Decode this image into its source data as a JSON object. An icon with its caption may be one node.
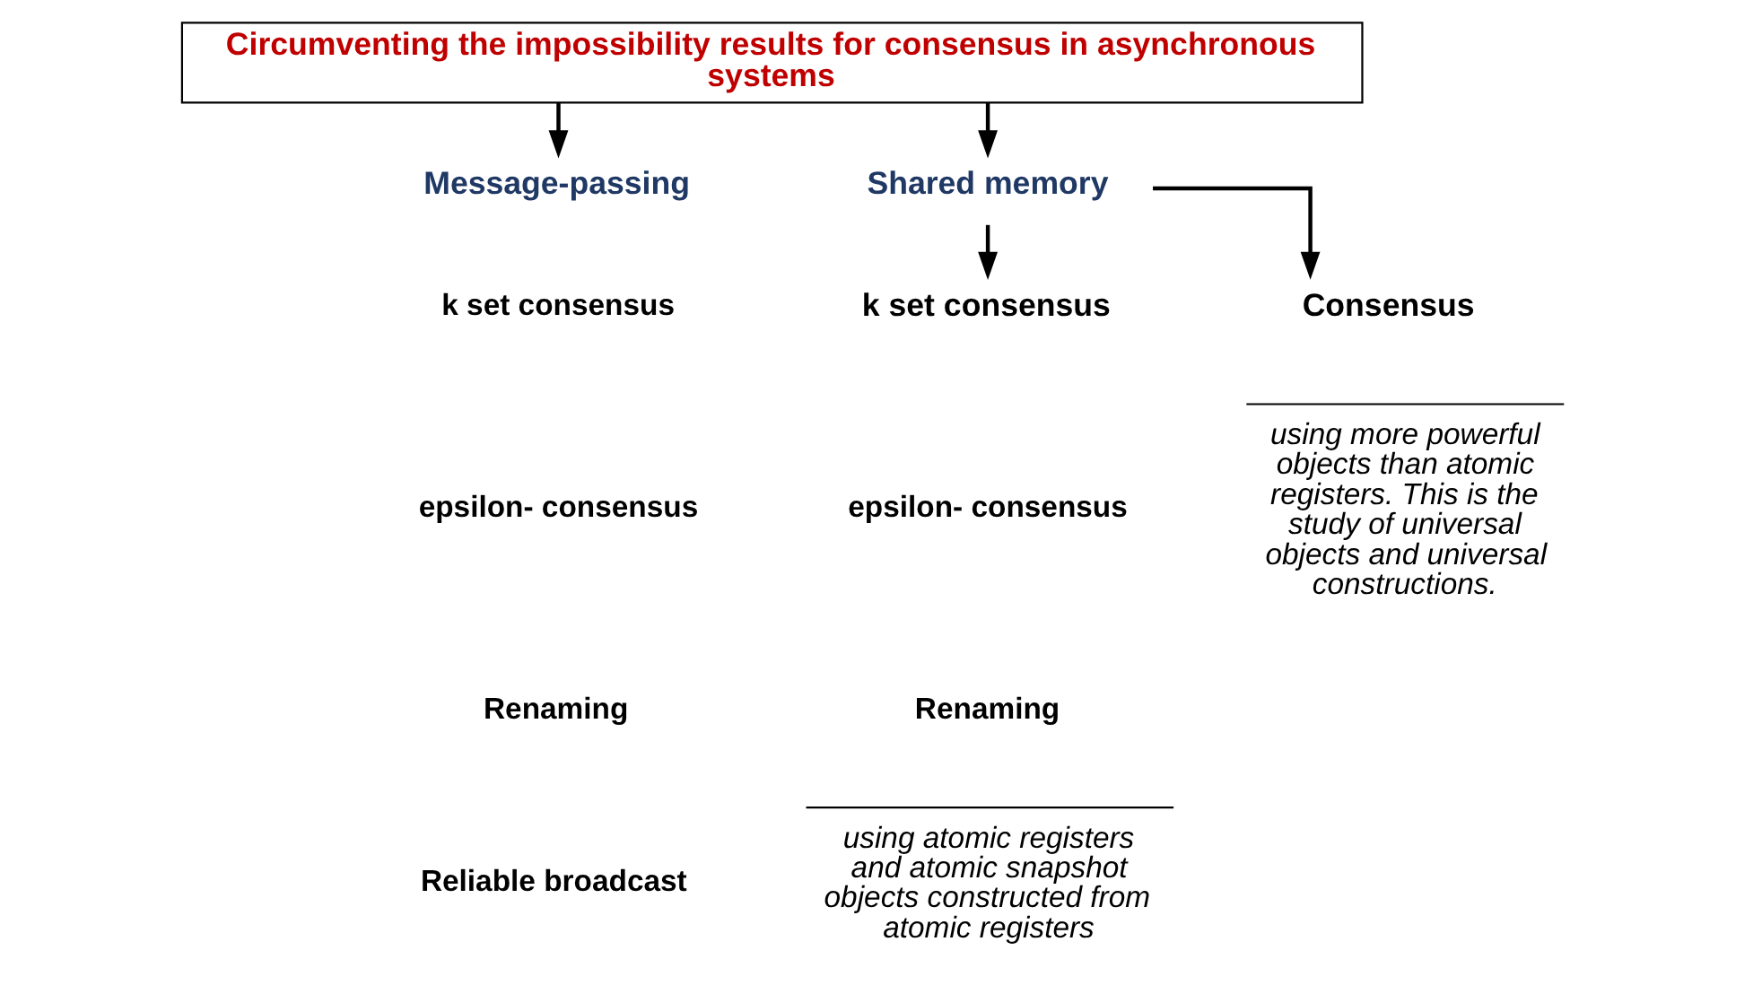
{
  "diagram": {
    "nodes": [
      {
        "text": [
          "Circumventing the impossibility results for consensus in asynchronous systems"
        ]
      },
      {
        "text": [
          "Message-passing"
        ]
      },
      {
        "text": [
          "Shared memory"
        ]
      },
      {
        "text": [
          "k set consensus"
        ]
      },
      {
        "text": [
          "Consensus"
        ]
      }
    ],
    "edges": [
      {
        "from": 0,
        "to": 1,
        "arrow": "to"
      },
      {
        "from": 0,
        "to": 2,
        "arrow": "to"
      },
      {
        "from": 2,
        "to": 3,
        "arrow": "to"
      },
      {
        "from": 2,
        "to": 4,
        "arrow": "to"
      }
    ],
    "labels": [
      "k set consensus",
      "epsilon- consensus",
      "Renaming",
      "Reliable broadcast",
      "epsilon- consensus",
      "Renaming",
      "using atomic registers and atomic snapshot objects constructed from atomic registers",
      "using more powerful objects than atomic registers. This is the study of universal objects and universal constructions."
    ]
  }
}
